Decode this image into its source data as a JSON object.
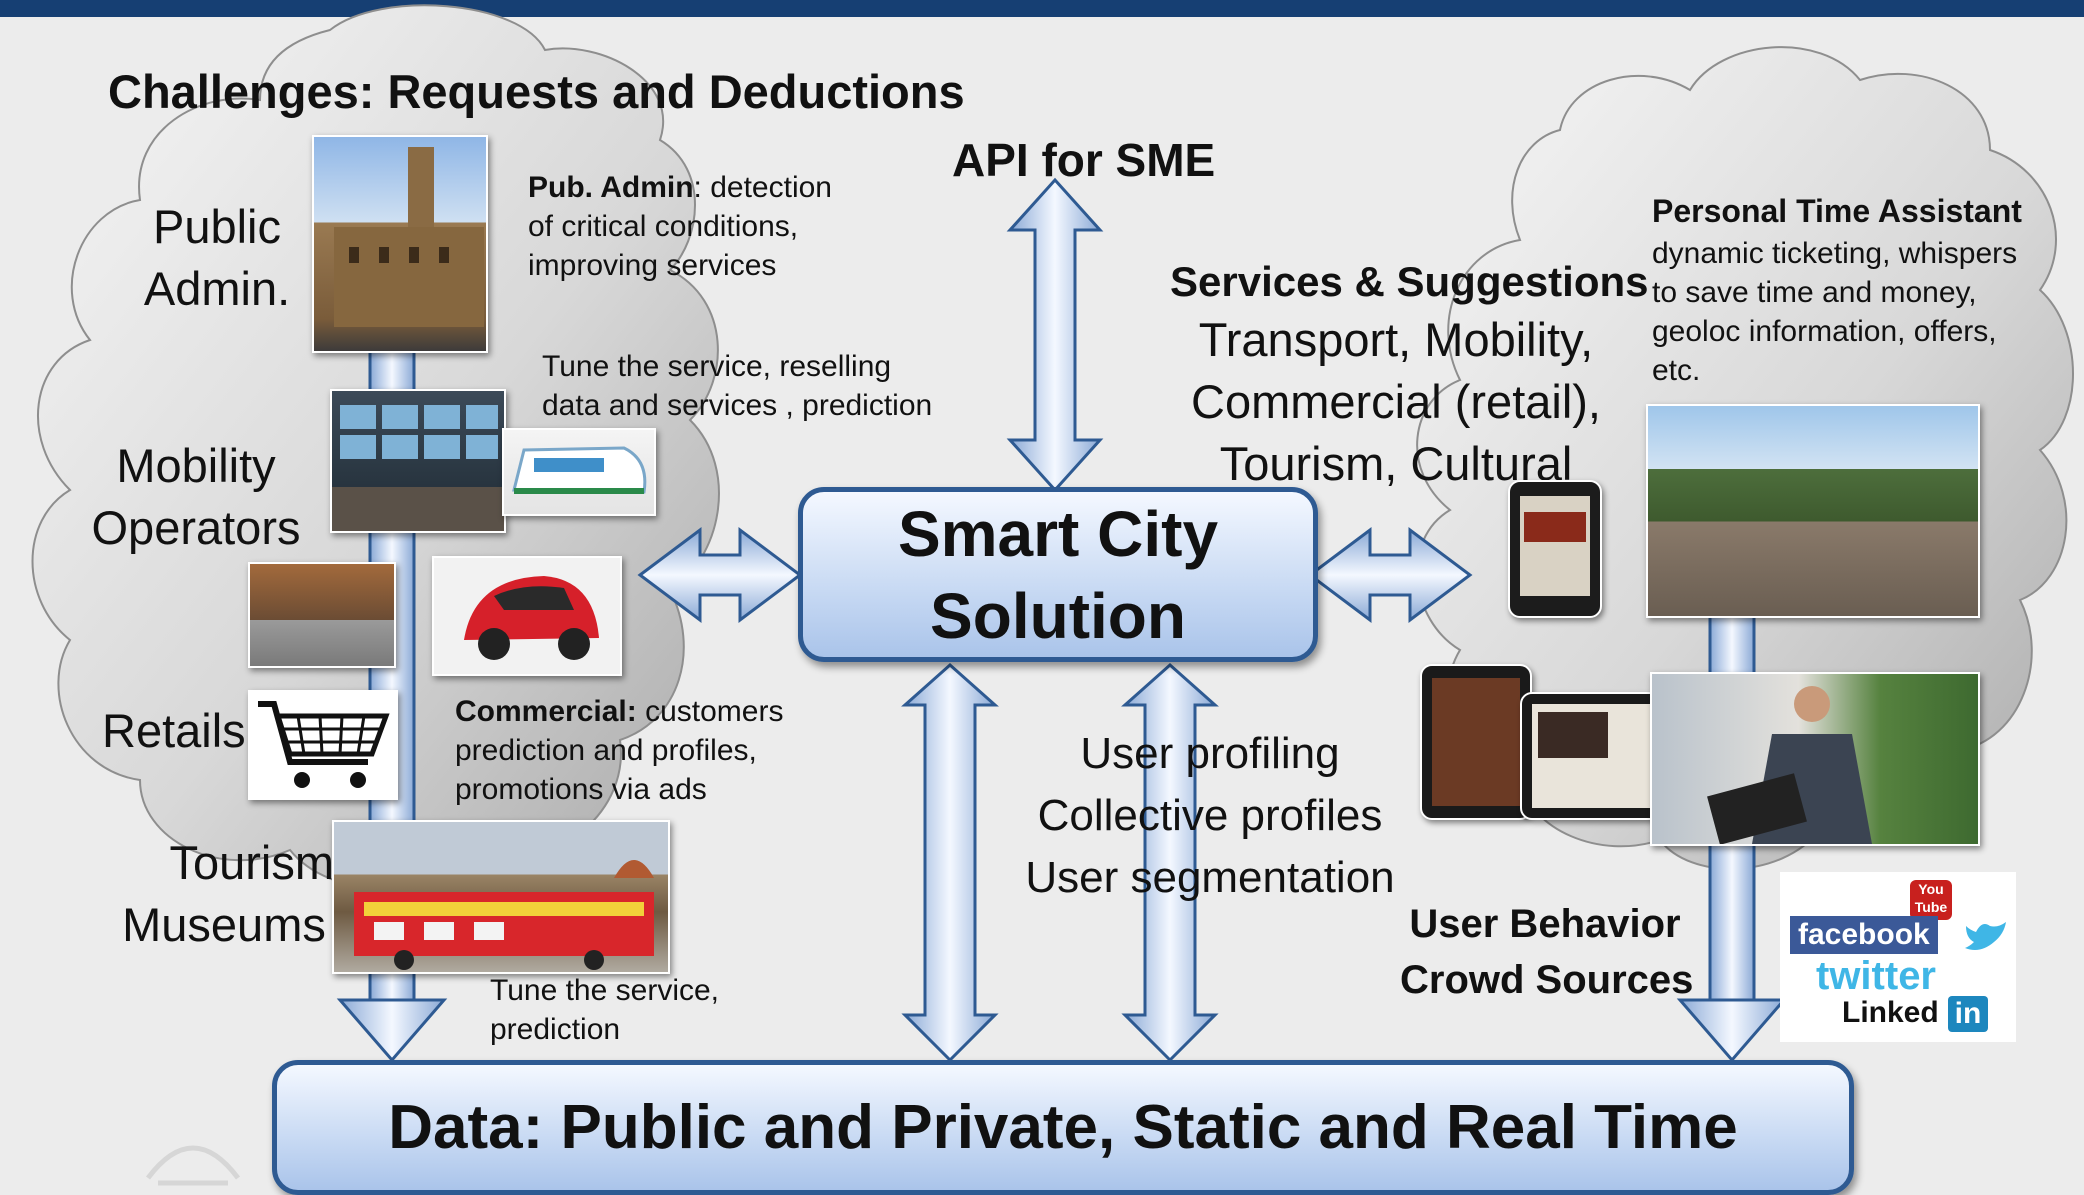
{
  "title": "Challenges: Requests and Deductions",
  "api_label": "API for SME",
  "center": {
    "line1": "Smart City",
    "line2": "Solution"
  },
  "bottom_bar": "Data: Public and Private, Static and Real Time",
  "left_categories": {
    "public_admin": [
      "Public",
      "Admin."
    ],
    "mobility": [
      "Mobility",
      "Operators"
    ],
    "retails": "Retails",
    "tourism": [
      "Tourism",
      "Museums"
    ]
  },
  "left_notes": {
    "pub_admin_bold": "Pub. Admin",
    "pub_admin_rest": ": detection of critical conditions, improving services",
    "mobility_note": "Tune the service, reselling data and services , prediction",
    "commercial_bold": "Commercial:",
    "commercial_rest": " customers prediction and profiles, promotions via ads",
    "tourism_note": "Tune the service, prediction"
  },
  "services": {
    "heading": "Services & Suggestions",
    "line1": "Transport, Mobility,",
    "line2": "Commercial (retail),",
    "line3": "Tourism, Cultural"
  },
  "profiling": [
    "User profiling",
    "Collective profiles",
    "User segmentation"
  ],
  "personal_assistant": {
    "heading": "Personal Time Assistant",
    "body": "dynamic ticketing, whispers to save time and money, geoloc information, offers, etc."
  },
  "user_behavior": [
    "User Behavior",
    "Crowd Sources"
  ],
  "social_logos": {
    "youtube": "You Tube",
    "facebook": "facebook",
    "twitter": "twitter",
    "linkedin": "Linked",
    "linkedin_in": "in"
  },
  "colors": {
    "topbar": "#163f73",
    "box_border": "#2e5a92",
    "arrow_fill": "#c9d9f0",
    "cloud_fill": "#d3d3d3"
  }
}
